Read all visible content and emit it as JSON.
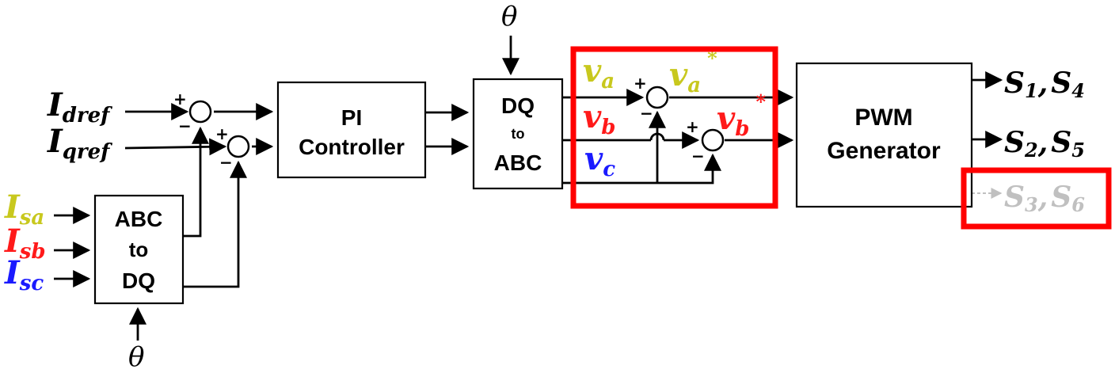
{
  "colors": {
    "black": "#000000",
    "phase_a": "#c8c81e",
    "phase_b": "#ff1a1a",
    "phase_c": "#1a1aff",
    "disabled": "#c0c0c0",
    "highlight": "#ff0000"
  },
  "blocks": {
    "pi": {
      "line1": "PI",
      "line2": "Controller"
    },
    "dq_to_abc": {
      "line1": "DQ",
      "line2": "to",
      "line3": "ABC"
    },
    "abc_to_dq": {
      "line1": "ABC",
      "line2": "to",
      "line3": "DQ"
    },
    "pwm": {
      "line1": "PWM",
      "line2": "Generator"
    }
  },
  "inputs": {
    "idref": {
      "base": "I",
      "sub": "dref"
    },
    "iqref": {
      "base": "I",
      "sub": "qref"
    },
    "isa": {
      "base": "I",
      "sub": "sa"
    },
    "isb": {
      "base": "I",
      "sub": "sb"
    },
    "isc": {
      "base": "I",
      "sub": "sc"
    }
  },
  "theta": "θ",
  "signs": {
    "plus": "+",
    "minus": "−"
  },
  "voltages": {
    "va": {
      "base": "v",
      "sub": "a"
    },
    "vb": {
      "base": "v",
      "sub": "b"
    },
    "vc": {
      "base": "v",
      "sub": "c"
    },
    "va_star": {
      "base": "v",
      "sub": "a",
      "sup": "*"
    },
    "vb_star": {
      "base": "v",
      "sub": "b",
      "sup": "*"
    }
  },
  "outputs": {
    "s14": {
      "s1": "S",
      "n1": "1",
      "sep": ",",
      "s2": "S",
      "n2": "4"
    },
    "s25": {
      "s1": "S",
      "n1": "2",
      "sep": ",",
      "s2": "S",
      "n2": "5"
    },
    "s36": {
      "s1": "S",
      "n1": "3",
      "sep": ",",
      "s2": "S",
      "n2": "6"
    }
  }
}
